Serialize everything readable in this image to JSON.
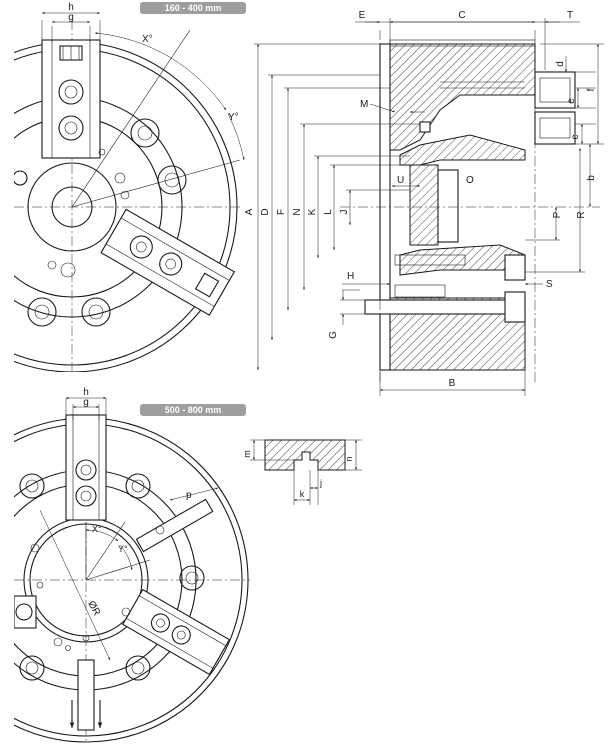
{
  "badges": {
    "top": "160 - 400 mm",
    "bottom": "500 - 800 mm"
  },
  "front_view_top": {
    "labels": {
      "h": "h",
      "g": "g",
      "x_angle": "X°",
      "y_angle": "Y°"
    }
  },
  "section_view": {
    "top_labels": {
      "E": "E",
      "C": "C",
      "T": "T"
    },
    "left_labels": [
      "A",
      "D",
      "F",
      "N",
      "K",
      "L",
      "J"
    ],
    "inner_labels": {
      "M": "M",
      "U": "U",
      "O": "O",
      "H": "H",
      "G": "G",
      "S": "S",
      "P": "P",
      "R": "R"
    },
    "right_labels": {
      "d": "d",
      "f": "f",
      "e": "e",
      "c": "c",
      "b": "b"
    },
    "bottom_labels": {
      "B": "B"
    }
  },
  "front_view_bottom": {
    "labels": {
      "h": "h",
      "g": "g",
      "p": "p",
      "x_angle": "X°",
      "y_angle": "Y°",
      "radius": "ØR"
    }
  },
  "t_slot_detail": {
    "labels": {
      "m": "m",
      "n": "n",
      "k": "k",
      "j": "j"
    }
  }
}
